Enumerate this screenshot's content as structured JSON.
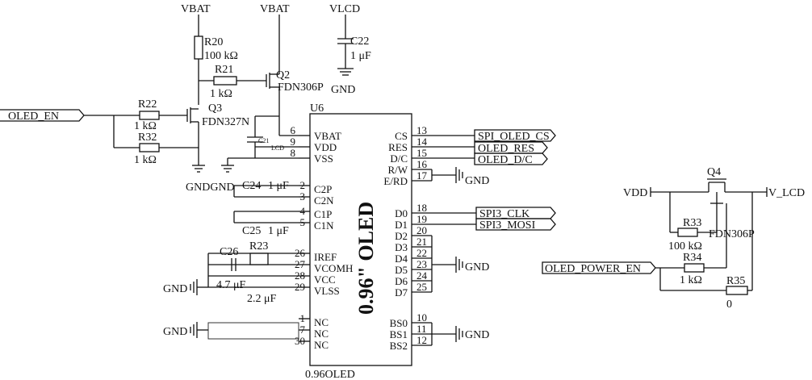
{
  "power": {
    "vbat": "VBAT",
    "vlcd": "VLCD",
    "vdd": "VDD",
    "v_lcd": "V_LCD",
    "gnd": "GND"
  },
  "components": {
    "r20": {
      "ref": "R20",
      "value": "100 kΩ"
    },
    "r21": {
      "ref": "R21",
      "value": "1 kΩ"
    },
    "r22": {
      "ref": "R22",
      "value": "1 kΩ"
    },
    "r32": {
      "ref": "R32",
      "value": "1 kΩ"
    },
    "r23": {
      "ref": "R23"
    },
    "r33": {
      "ref": "R33",
      "value": "100 kΩ"
    },
    "r34": {
      "ref": "R34",
      "value": "1 kΩ"
    },
    "r35": {
      "ref": "R35",
      "value": "0"
    },
    "c22": {
      "ref": "C22",
      "value": "1 μF"
    },
    "c21": {
      "ref": "C21"
    },
    "c24": {
      "ref": "C24",
      "value": "1 μF"
    },
    "c25": {
      "ref": "C25",
      "value": "1 μF"
    },
    "c26": {
      "ref": "C26",
      "value": "4.7 μF"
    },
    "c23_value": "2.2 μF",
    "q2": {
      "ref": "Q2",
      "part": "FDN306P"
    },
    "q3": {
      "ref": "Q3",
      "part": "FDN327N"
    },
    "q4": {
      "ref": "Q4",
      "part": "FDN306P"
    },
    "u6": {
      "ref": "U6",
      "name": "0.96OLED",
      "body_text": "0.96\" OLED"
    }
  },
  "gnd_labels": {
    "gndgnd": "GNDGND",
    "gnd": "GND"
  },
  "nets": {
    "oled_en": "OLED_EN",
    "spi_oled_cs": "SPI_OLED_CS",
    "oled_res": "OLED_RES",
    "oled_dc": "OLED_D/C",
    "spi3_clk": "SPI3_CLK",
    "spi3_mosi": "SPI3_MOSI",
    "oled_power_en": "OLED_POWER_EN",
    "lcd_mark": "LCD"
  },
  "left_pins": [
    {
      "num": "6",
      "name": "VBAT"
    },
    {
      "num": "9",
      "name": "VDD"
    },
    {
      "num": "8",
      "name": "VSS"
    },
    {
      "num": "2",
      "name": "C2P"
    },
    {
      "num": "3",
      "name": "C2N"
    },
    {
      "num": "4",
      "name": "C1P"
    },
    {
      "num": "5",
      "name": "C1N"
    },
    {
      "num": "26",
      "name": "IREF"
    },
    {
      "num": "27",
      "name": "VCOMH"
    },
    {
      "num": "28",
      "name": "VCC"
    },
    {
      "num": "29",
      "name": "VLSS"
    },
    {
      "num": "1",
      "name": "NC"
    },
    {
      "num": "7",
      "name": "NC"
    },
    {
      "num": "30",
      "name": "NC"
    }
  ],
  "right_pins": [
    {
      "num": "13",
      "name": "CS"
    },
    {
      "num": "14",
      "name": "RES"
    },
    {
      "num": "15",
      "name": "D/C"
    },
    {
      "num": "16",
      "name": "R/W"
    },
    {
      "num": "17",
      "name": "E/RD"
    },
    {
      "num": "18",
      "name": "D0"
    },
    {
      "num": "19",
      "name": "D1"
    },
    {
      "num": "20",
      "name": "D2"
    },
    {
      "num": "21",
      "name": "D3"
    },
    {
      "num": "22",
      "name": "D4"
    },
    {
      "num": "23",
      "name": "D5"
    },
    {
      "num": "24",
      "name": "D6"
    },
    {
      "num": "25",
      "name": "D7"
    },
    {
      "num": "10",
      "name": "BS0"
    },
    {
      "num": "11",
      "name": "BS1"
    },
    {
      "num": "12",
      "name": "BS2"
    }
  ]
}
